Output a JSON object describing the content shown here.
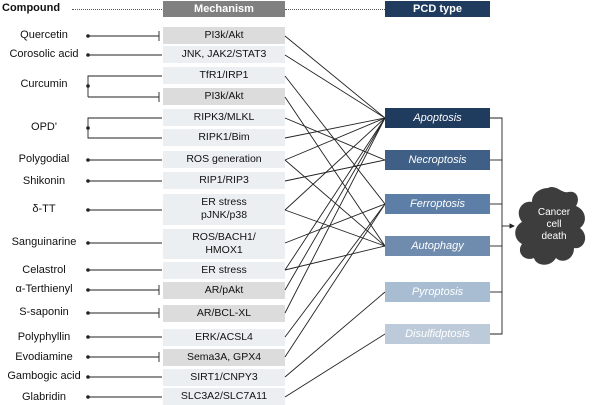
{
  "headers": {
    "compound": "Compound",
    "mechanism": "Mechanism",
    "pcd": "PCD type"
  },
  "compounds": [
    {
      "name": "Quercetin"
    },
    {
      "name": "Corosolic acid"
    },
    {
      "name": "Curcumin"
    },
    {
      "name": "OPD'"
    },
    {
      "name": "Polygodial"
    },
    {
      "name": "Shikonin"
    },
    {
      "name": "δ-TT"
    },
    {
      "name": "Sanguinarine"
    },
    {
      "name": "Celastrol"
    },
    {
      "name": "α-Terthienyl"
    },
    {
      "name": "S-saponin"
    },
    {
      "name": "Polyphyllin"
    },
    {
      "name": "Evodiamine"
    },
    {
      "name": "Gambogic acid"
    },
    {
      "name": "Glabridin"
    }
  ],
  "mechanisms": [
    {
      "label": "PI3k/Akt"
    },
    {
      "label": "JNK, JAK2/STAT3"
    },
    {
      "label": "TfR1/IRP1"
    },
    {
      "label": "PI3k/Akt"
    },
    {
      "label": "RIPK3/MLKL"
    },
    {
      "label": "RIPK1/Bim"
    },
    {
      "label": "ROS generation"
    },
    {
      "label": "RIP1/RIP3"
    },
    {
      "label": "ER stress",
      "label2": "pJNK/p38"
    },
    {
      "label": "ROS/BACH1/",
      "label2": "HMOX1"
    },
    {
      "label": "ER stress"
    },
    {
      "label": "AR/pAkt"
    },
    {
      "label": "AR/BCL-XL"
    },
    {
      "label": "ERK/ACSL4"
    },
    {
      "label": "Sema3A, GPX4"
    },
    {
      "label": "SIRT1/CNPY3"
    },
    {
      "label": "SLC3A2/SLC7A11"
    }
  ],
  "pcd_types": [
    {
      "label": "Apoptosis",
      "color": "#1f3b5e"
    },
    {
      "label": "Necroptosis",
      "color": "#3f5f86"
    },
    {
      "label": "Ferroptosis",
      "color": "#5d7ea6"
    },
    {
      "label": "Autophagy",
      "color": "#6f8cae"
    },
    {
      "label": "Pyroptosis",
      "color": "#a8bcd2"
    },
    {
      "label": "Disulfidptosis",
      "color": "#bccad9"
    }
  ],
  "outcome": {
    "line1": "Cancer",
    "line2": "cell",
    "line3": "death"
  },
  "colors": {
    "header_mech": "#808080",
    "header_pcd": "#1f3b5e",
    "lines": "#222222"
  }
}
